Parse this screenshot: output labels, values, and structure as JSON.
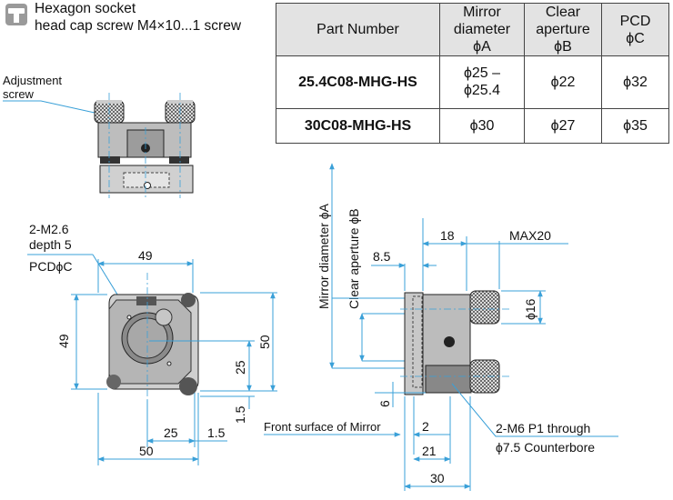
{
  "header": {
    "icon": "hex-socket-screw-icon",
    "note_line1": "Hexagon socket",
    "note_line2": "head cap screw M4×10...1 screw"
  },
  "table": {
    "columns": [
      {
        "key": "part",
        "label": "Part Number"
      },
      {
        "key": "mirror",
        "label": "Mirror\ndiameter\nϕA"
      },
      {
        "key": "clear",
        "label": "Clear\naperture\nϕB"
      },
      {
        "key": "pcd",
        "label": "PCD\nϕC"
      }
    ],
    "rows": [
      {
        "part": "25.4C08-MHG-HS",
        "mirror": "ϕ25 –\nϕ25.4",
        "clear": "ϕ22",
        "pcd": "ϕ32"
      },
      {
        "part": "30C08-MHG-HS",
        "mirror": "ϕ30",
        "clear": "ϕ27",
        "pcd": "ϕ35"
      }
    ]
  },
  "labels": {
    "adjustment_screw": [
      "Adjustment",
      "screw"
    ],
    "tapped_holes": [
      "2-M2.6",
      "depth 5"
    ],
    "pcd": "PCDϕC",
    "mirror_diameter": "Mirror diameter ϕA",
    "clear_aperture": "Clear aperture ϕB",
    "front_surface": "Front surface of Mirror",
    "through_holes": [
      "2-M6 P1 through",
      "ϕ7.5 Counterbore"
    ]
  },
  "dimensions": {
    "front_width_top": "49",
    "front_height_left": "49",
    "front_height_right": "50",
    "front_height_25": "25",
    "front_offset_1_5_v": "1.5",
    "front_offset_25_h": "25",
    "front_offset_1_5_h": "1.5",
    "front_width_bottom": "50",
    "side_8_5": "8.5",
    "side_18": "18",
    "side_max": "MAX20",
    "side_knob_dia": "ϕ16",
    "side_6": "6",
    "side_2": "2",
    "side_21": "21",
    "side_30": "30"
  },
  "colors": {
    "dimension": "#3aa0d8",
    "part_dark": "#2a2a2a",
    "part_mid": "#7a7a7a",
    "part_light": "#c8c8c8",
    "table_header": "#e3e3e3"
  }
}
